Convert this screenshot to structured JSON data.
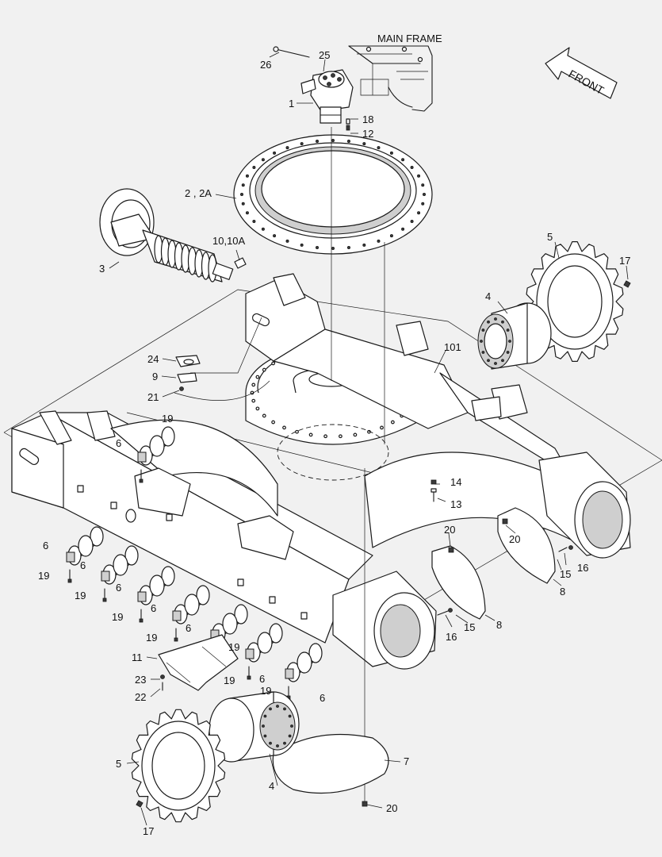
{
  "header": {
    "main_frame_label": "MAIN FRAME",
    "front_label": "FRONT"
  },
  "callouts": {
    "c26": "26",
    "c25": "25",
    "c1": "1",
    "c18": "18",
    "c12": "12",
    "c2": "2 , 2A",
    "c10": "10,10A",
    "c3": "3",
    "c5_top": "5",
    "c17_top": "17",
    "c4_top": "4",
    "c101": "101",
    "c24": "24",
    "c9": "9",
    "c21": "21",
    "c19_a": "19",
    "c6_a": "6",
    "c14": "14",
    "c13": "13",
    "c20_a": "20",
    "c20_b": "20",
    "c15_a": "15",
    "c16_a": "16",
    "c8_a": "8",
    "c6_b": "6",
    "c19_b": "19",
    "c6_c": "6",
    "c19_c": "19",
    "c6_d": "6",
    "c19_d": "19",
    "c6_e": "6",
    "c19_e": "19",
    "c6_f": "6",
    "c16_b": "16",
    "c15_b": "15",
    "c8_b": "8",
    "c11": "11",
    "c19_f": "19",
    "c23": "23",
    "c19_g": "19",
    "c6_g": "6",
    "c22": "22",
    "c19_h": "19",
    "c6_h": "6",
    "c5_bot": "5",
    "c4_bot": "4",
    "c7": "7",
    "c17_bot": "17",
    "c20_c": "20"
  }
}
